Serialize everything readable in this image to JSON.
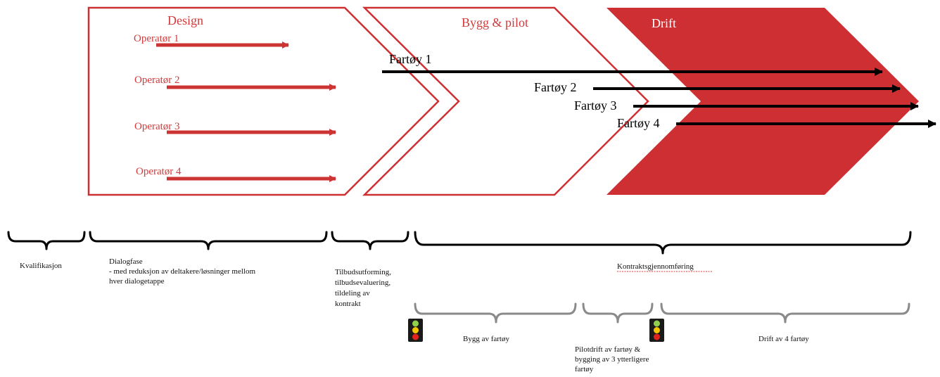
{
  "colors": {
    "accent_red": "#c8282c",
    "chevron_fill": "#cd2f33",
    "operator_arrow": "#cc3333",
    "vessel_arrow": "#000000",
    "brace_black": "#000000",
    "brace_grey": "#8a8a8a",
    "traffic_green": "#8fd14f",
    "traffic_yellow": "#f5c400",
    "traffic_red": "#e0231c"
  },
  "phases": {
    "design": "Design",
    "build_pilot": "Bygg & pilot",
    "operation": "Drift"
  },
  "operators": [
    "Operatør 1",
    "Operatør 2",
    "Operatør 3",
    "Operatør 4"
  ],
  "vessels": [
    "Fartøy 1",
    "Fartøy 2",
    "Fartøy 3",
    "Fartøy 4"
  ],
  "timeline": {
    "qualification": "Kvalifikasjon",
    "dialogue_lines": [
      "Dialogfase",
      "- med reduksjon av deltakere/løsninger mellom",
      "hver dialogetappe"
    ],
    "tender_lines": [
      "Tilbudsutforming,",
      "tilbudsevaluering,",
      "tildeling av",
      "kontrakt"
    ],
    "contract": "Kontraktsgjennomføring"
  },
  "subphases": {
    "build": "Bygg av fartøy",
    "pilot_lines": [
      "Pilotdrift av fartøy &",
      "bygging av 3 ytterligere",
      "fartøy"
    ],
    "operation": "Drift av 4 fartøy"
  },
  "icons": [
    "traffic-light-icon",
    "traffic-light-icon"
  ]
}
